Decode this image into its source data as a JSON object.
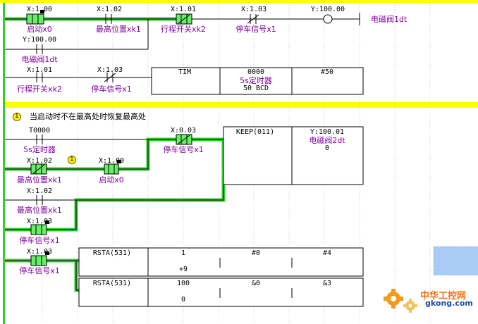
{
  "rung1": {
    "c_start_addr": "X:1.00",
    "c_start_cmt": "启动x0",
    "c_top_addr": "X:1.02",
    "c_top_cmt": "最高位置xk1",
    "c_limit_addr": "X:1.01",
    "c_limit_cmt": "行程开关xk2",
    "c_stop_addr": "X:1.03",
    "c_stop_cmt": "停车信号x1",
    "coil_addr": "Y:100.00",
    "coil_cmt": "电磁阀1dt",
    "c_hold_addr": "Y:100.00",
    "c_hold_cmt": "电磁阀1dt"
  },
  "rung2": {
    "c_limit_addr": "X:1.01",
    "c_limit_cmt": "行程开关xk2",
    "c_stop_addr": "X:1.03",
    "c_stop_cmt": "停车信号x1",
    "tim": {
      "label": "TIM",
      "number": "0000",
      "cmt": "5s定时器",
      "set": "50 BCD",
      "operand": "#50"
    }
  },
  "note": {
    "badge": "1",
    "text": "当启动时不在最高处时恢复最高处"
  },
  "rung3": {
    "c_timer_addr": "T0000",
    "c_timer_cmt": "5s定时器",
    "c_stop_addr": "X:0.03",
    "c_stop_cmt": "停车信号x1",
    "c_top_addr": "X:1.02",
    "c_top_cmt": "最高位置xk1",
    "badge": "1",
    "c_start_addr": "X:1.00",
    "c_start_cmt": "启动x0",
    "c_top2_addr": "X:1.02",
    "c_top2_cmt": "最高位置xk1",
    "c_stop2_addr": "X:1.03",
    "c_stop2_cmt": "停车信号x1",
    "keep": {
      "label": "KEEP(011)",
      "addr": "Y:100.01",
      "cmt": "电磁阀2dt",
      "value": "0"
    }
  },
  "rung4": {
    "c_stop_addr": "X:1.03",
    "c_stop_cmt": "停车信号x1",
    "rsta1": {
      "label": "RSTA(531)",
      "p1": "1",
      "p1b": "+9",
      "p2": "#0",
      "p3": "#4"
    },
    "rsta2": {
      "label": "RSTA(531)",
      "p1": "100",
      "p1b": "0",
      "p2": "&0",
      "p3": "&3"
    }
  },
  "watermark": {
    "name": "中华工控网",
    "url": "gkong.com"
  },
  "colors": {
    "power": "#33cc33",
    "flow_fill": "#66ee66",
    "highlight": "#ffff00",
    "comment": "#8000a0"
  }
}
